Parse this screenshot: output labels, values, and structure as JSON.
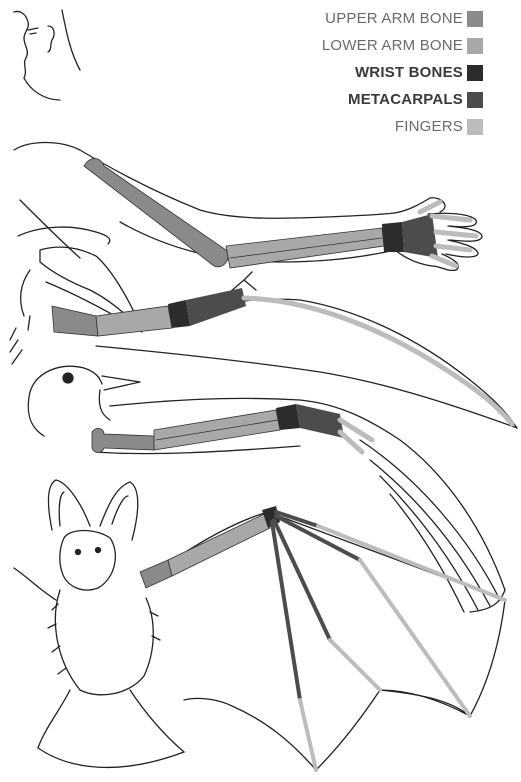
{
  "legend": [
    {
      "label": "UPPER ARM BONE",
      "color": "#8a8a8a",
      "weight": "normal"
    },
    {
      "label": "LOWER ARM BONE",
      "color": "#a8a8a8",
      "weight": "normal"
    },
    {
      "label": "WRIST BONES",
      "color": "#2c2c2c",
      "weight": "bold"
    },
    {
      "label": "METACARPALS",
      "color": "#4c4c4c",
      "weight": "bold"
    },
    {
      "label": "FINGERS",
      "color": "#bcbcbc",
      "weight": "normal"
    }
  ],
  "illustrations": [
    {
      "subject": "human-arm",
      "bones": [
        "upper-arm",
        "lower-arm",
        "wrist",
        "metacarpals",
        "fingers"
      ]
    },
    {
      "subject": "pterosaur-wing",
      "bones": [
        "upper-arm",
        "lower-arm",
        "wrist",
        "metacarpals",
        "fingers"
      ]
    },
    {
      "subject": "bird-wing",
      "bones": [
        "upper-arm",
        "lower-arm",
        "wrist",
        "metacarpals",
        "fingers"
      ]
    },
    {
      "subject": "bat-wing",
      "bones": [
        "upper-arm",
        "lower-arm",
        "wrist",
        "metacarpals",
        "fingers"
      ]
    }
  ]
}
